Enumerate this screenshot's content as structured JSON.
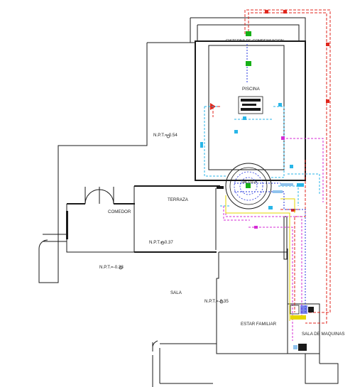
{
  "labels": {
    "cistern": "CISTERNA DE COMPENSACION",
    "pool": "PISCINA",
    "jacuzzi": "JACUZZI",
    "npt1": "N.P.T.=-0.54",
    "terrace": "TERRAZA",
    "dining": "COMEDOR",
    "npt2": "N.P.T.=-0.37",
    "npt3": "N.P.T.=-0.33",
    "living": "SALA",
    "npt4": "N.P.T.=-0.35",
    "family": "ESTAR FAMILIAR",
    "machines": "SALA DE MAQUINAS"
  },
  "colors": {
    "wall": "#1a1a1a",
    "red": "#e0261c",
    "cyan": "#29b6e8",
    "blue": "#2233dd",
    "magenta": "#d62bd6",
    "yellow": "#e6d600",
    "green": "#17b017",
    "lightblue": "#8fc3ee"
  }
}
